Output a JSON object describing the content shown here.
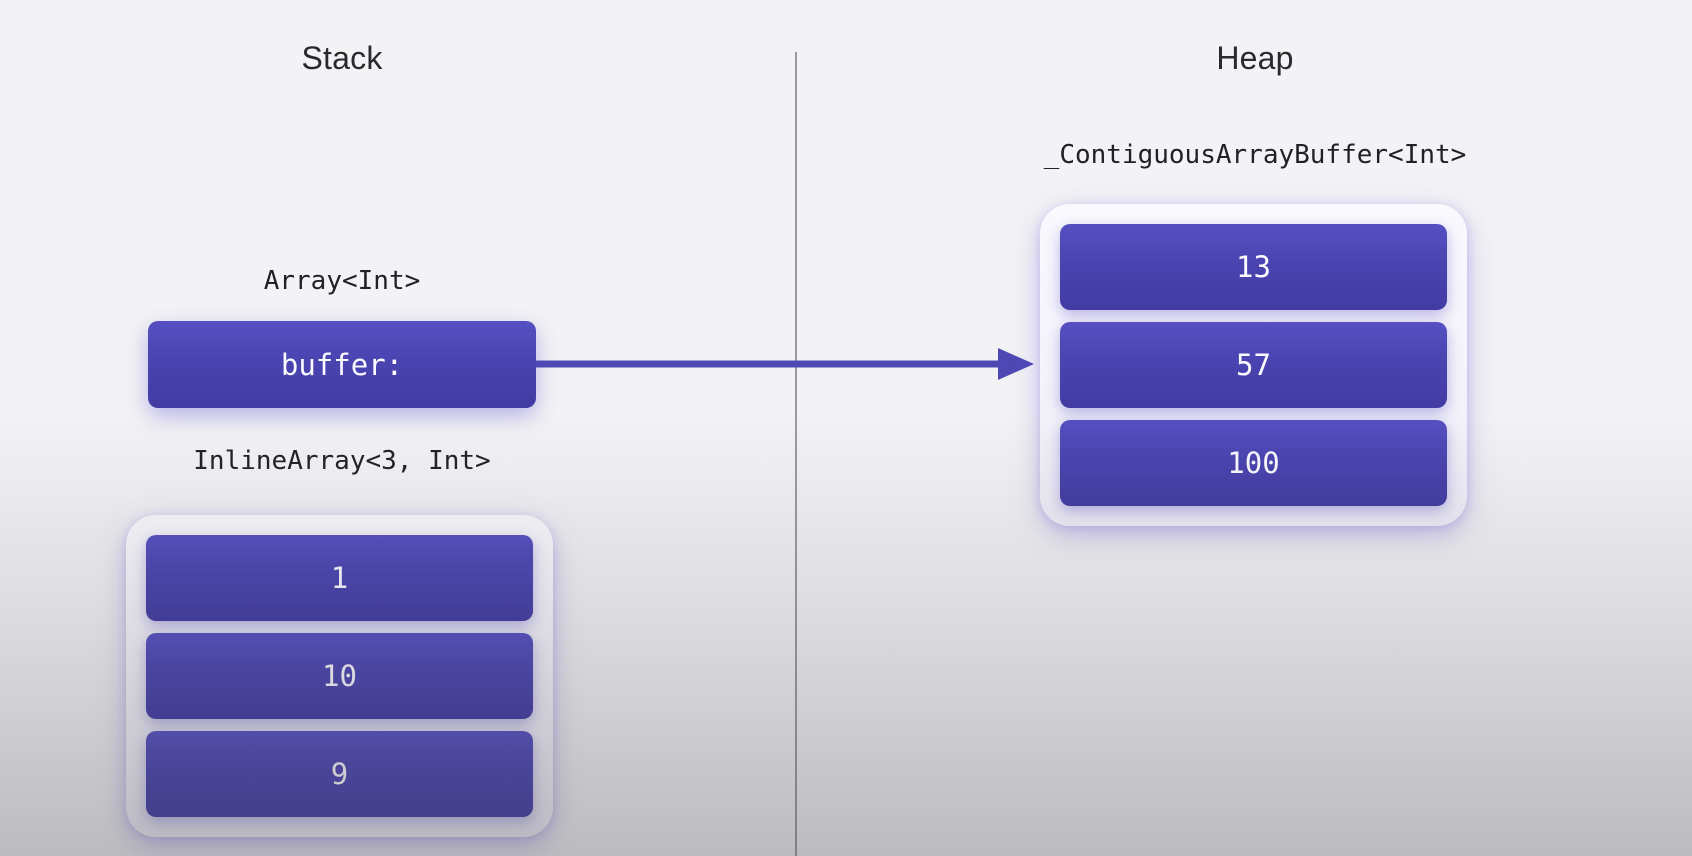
{
  "diagram": {
    "stack": {
      "title": "Stack",
      "array": {
        "type_label": "Array<Int>",
        "field_label": "buffer:"
      },
      "inline_array": {
        "type_label": "InlineArray<3, Int>",
        "values": [
          "1",
          "10",
          "9"
        ]
      }
    },
    "heap": {
      "title": "Heap",
      "buffer": {
        "type_label": "_ContiguousArrayBuffer<Int>",
        "values": [
          "13",
          "57",
          "100"
        ]
      }
    },
    "colors": {
      "box_purple": "#4a44b1",
      "box_purple_top": "#564fc2",
      "box_purple_bottom": "#423ba3",
      "arrow_purple": "#4e48b4",
      "container_bg": "#f6f5fc",
      "container_glow": "#6c62d4",
      "background_top": "#f3f3f5",
      "background_bottom": "#c5c5c7",
      "divider_gray": "#9b9b9e",
      "title_text": "#2a2a2d",
      "label_text": "#222226",
      "value_text": "#fafaff"
    }
  }
}
